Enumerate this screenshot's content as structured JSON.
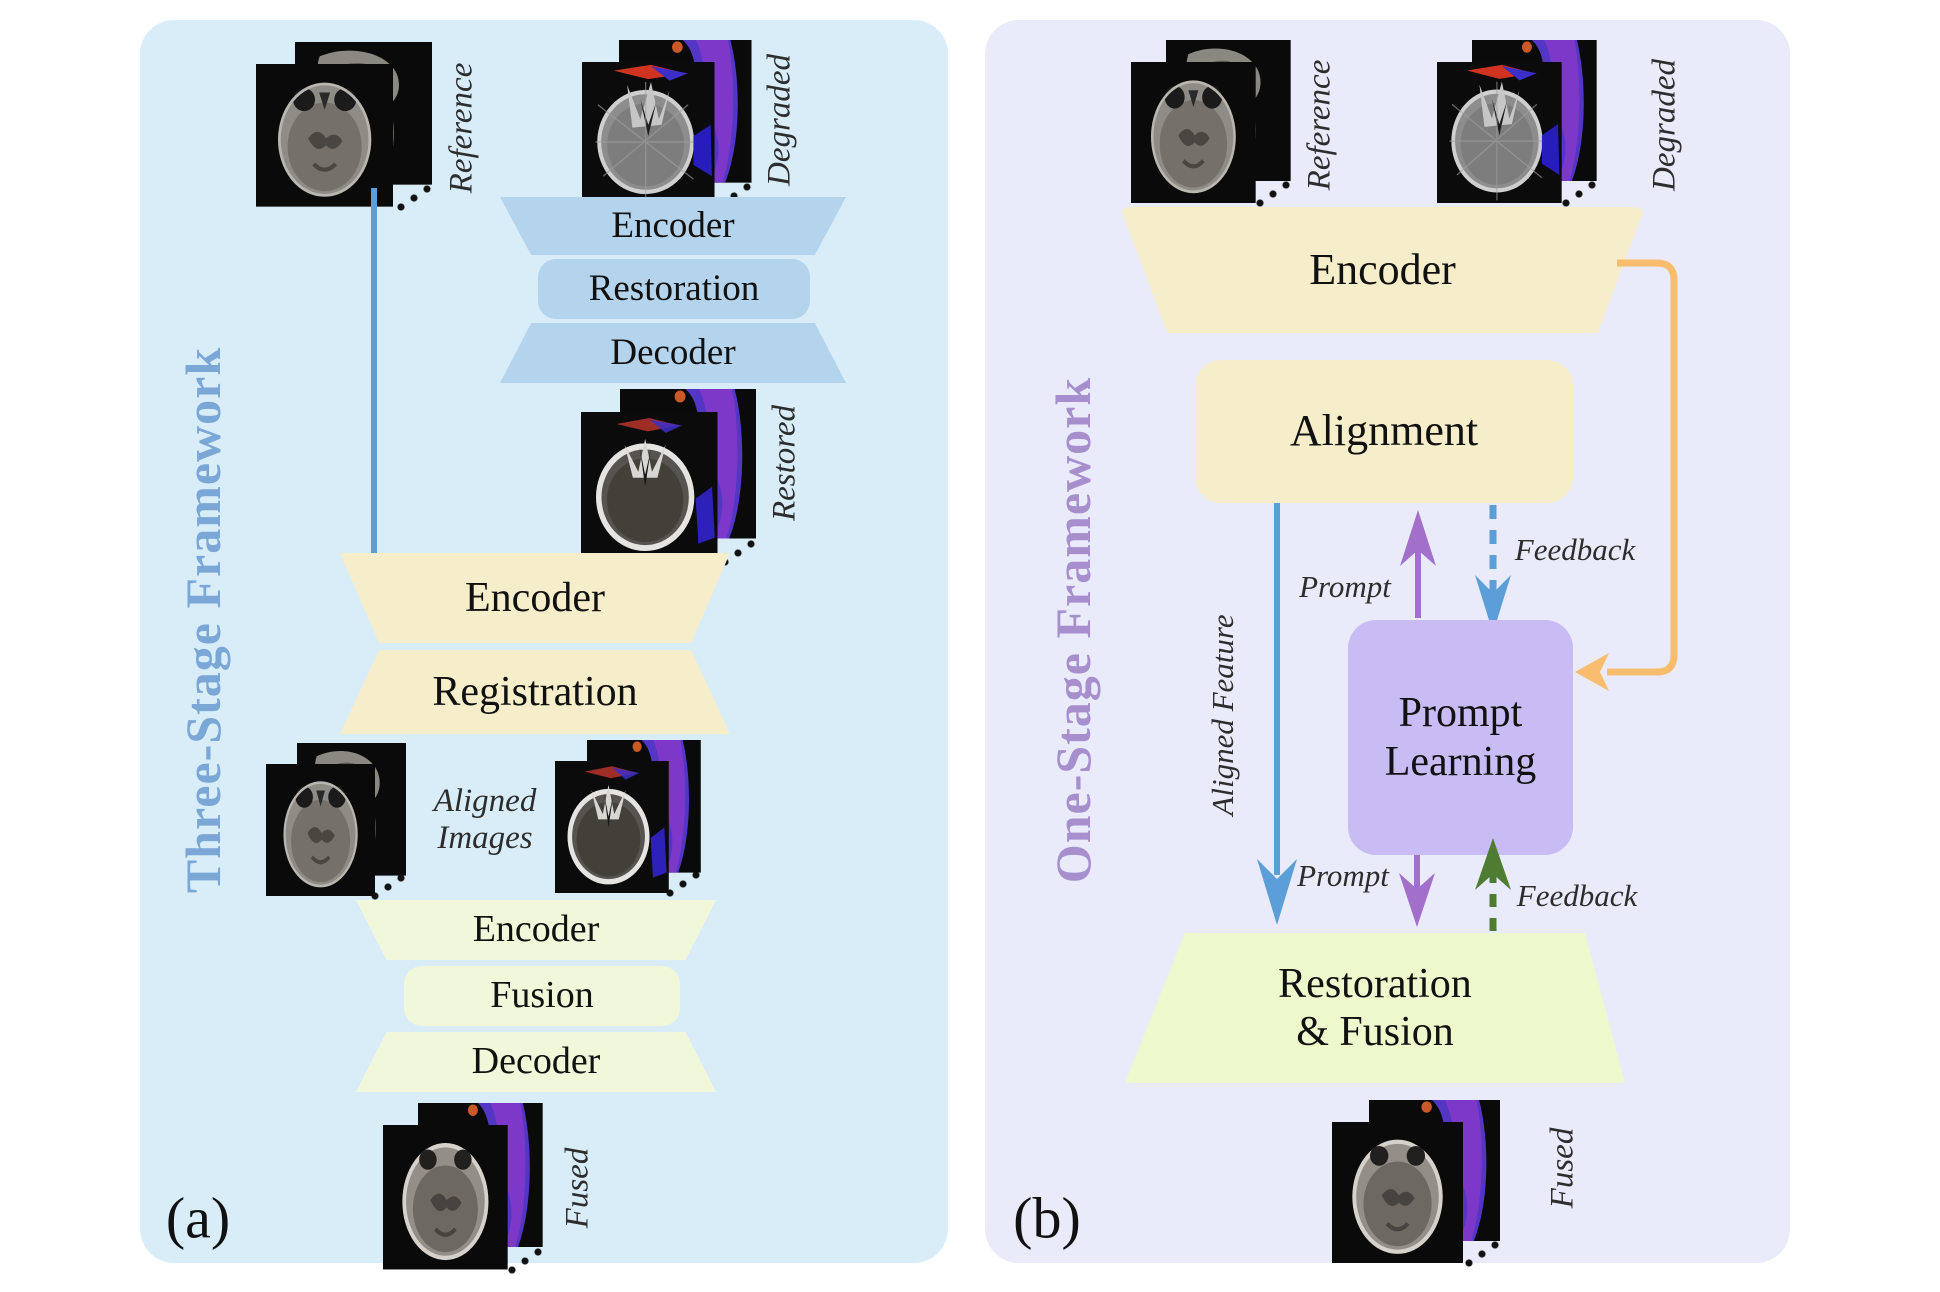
{
  "figure": {
    "panel_a": {
      "tag": "(a)",
      "side_label": "Three-Stage Framework",
      "reference_label": "Reference",
      "degraded_label": "Degraded",
      "restored_label": "Restored",
      "aligned_label": "Aligned\nImages",
      "fused_label": "Fused",
      "stage1_encoder": "Encoder",
      "stage1_restoration": "Restoration",
      "stage1_decoder": "Decoder",
      "stage2_encoder": "Encoder",
      "stage2_registration": "Registration",
      "stage3_encoder": "Encoder",
      "stage3_fusion": "Fusion",
      "stage3_decoder": "Decoder"
    },
    "panel_b": {
      "tag": "(b)",
      "side_label": "One-Stage Framework",
      "reference_label": "Reference",
      "degraded_label": "Degraded",
      "fused_label": "Fused",
      "encoder": "Encoder",
      "alignment": "Alignment",
      "prompt_learning": "Prompt\nLearning",
      "restoration_fusion": "Restoration\n& Fusion",
      "aligned_feature_label": "Aligned Feature",
      "prompt_top_label": "Prompt",
      "feedback_top_label": "Feedback",
      "prompt_bottom_label": "Prompt",
      "feedback_bottom_label": "Feedback"
    },
    "colors": {
      "panel_a_bg": "#d9edf9",
      "panel_b_bg": "#e9eafa",
      "stage1_fill": "#b4d3ec",
      "encoder_fill": "#f6edca",
      "fusion_a_fill": "#f1f8da",
      "fusion_b_fill": "#edf8cd",
      "prompt_box_fill": "#c9bcf4",
      "blue_arrow": "#5b9ed8",
      "purple_arrow": "#a26fca",
      "green_arrow": "#4e7c33",
      "orange_arrow": "#f9bd6d",
      "side_label_a": "#7ba7d6",
      "side_label_b": "#a78fce"
    }
  }
}
